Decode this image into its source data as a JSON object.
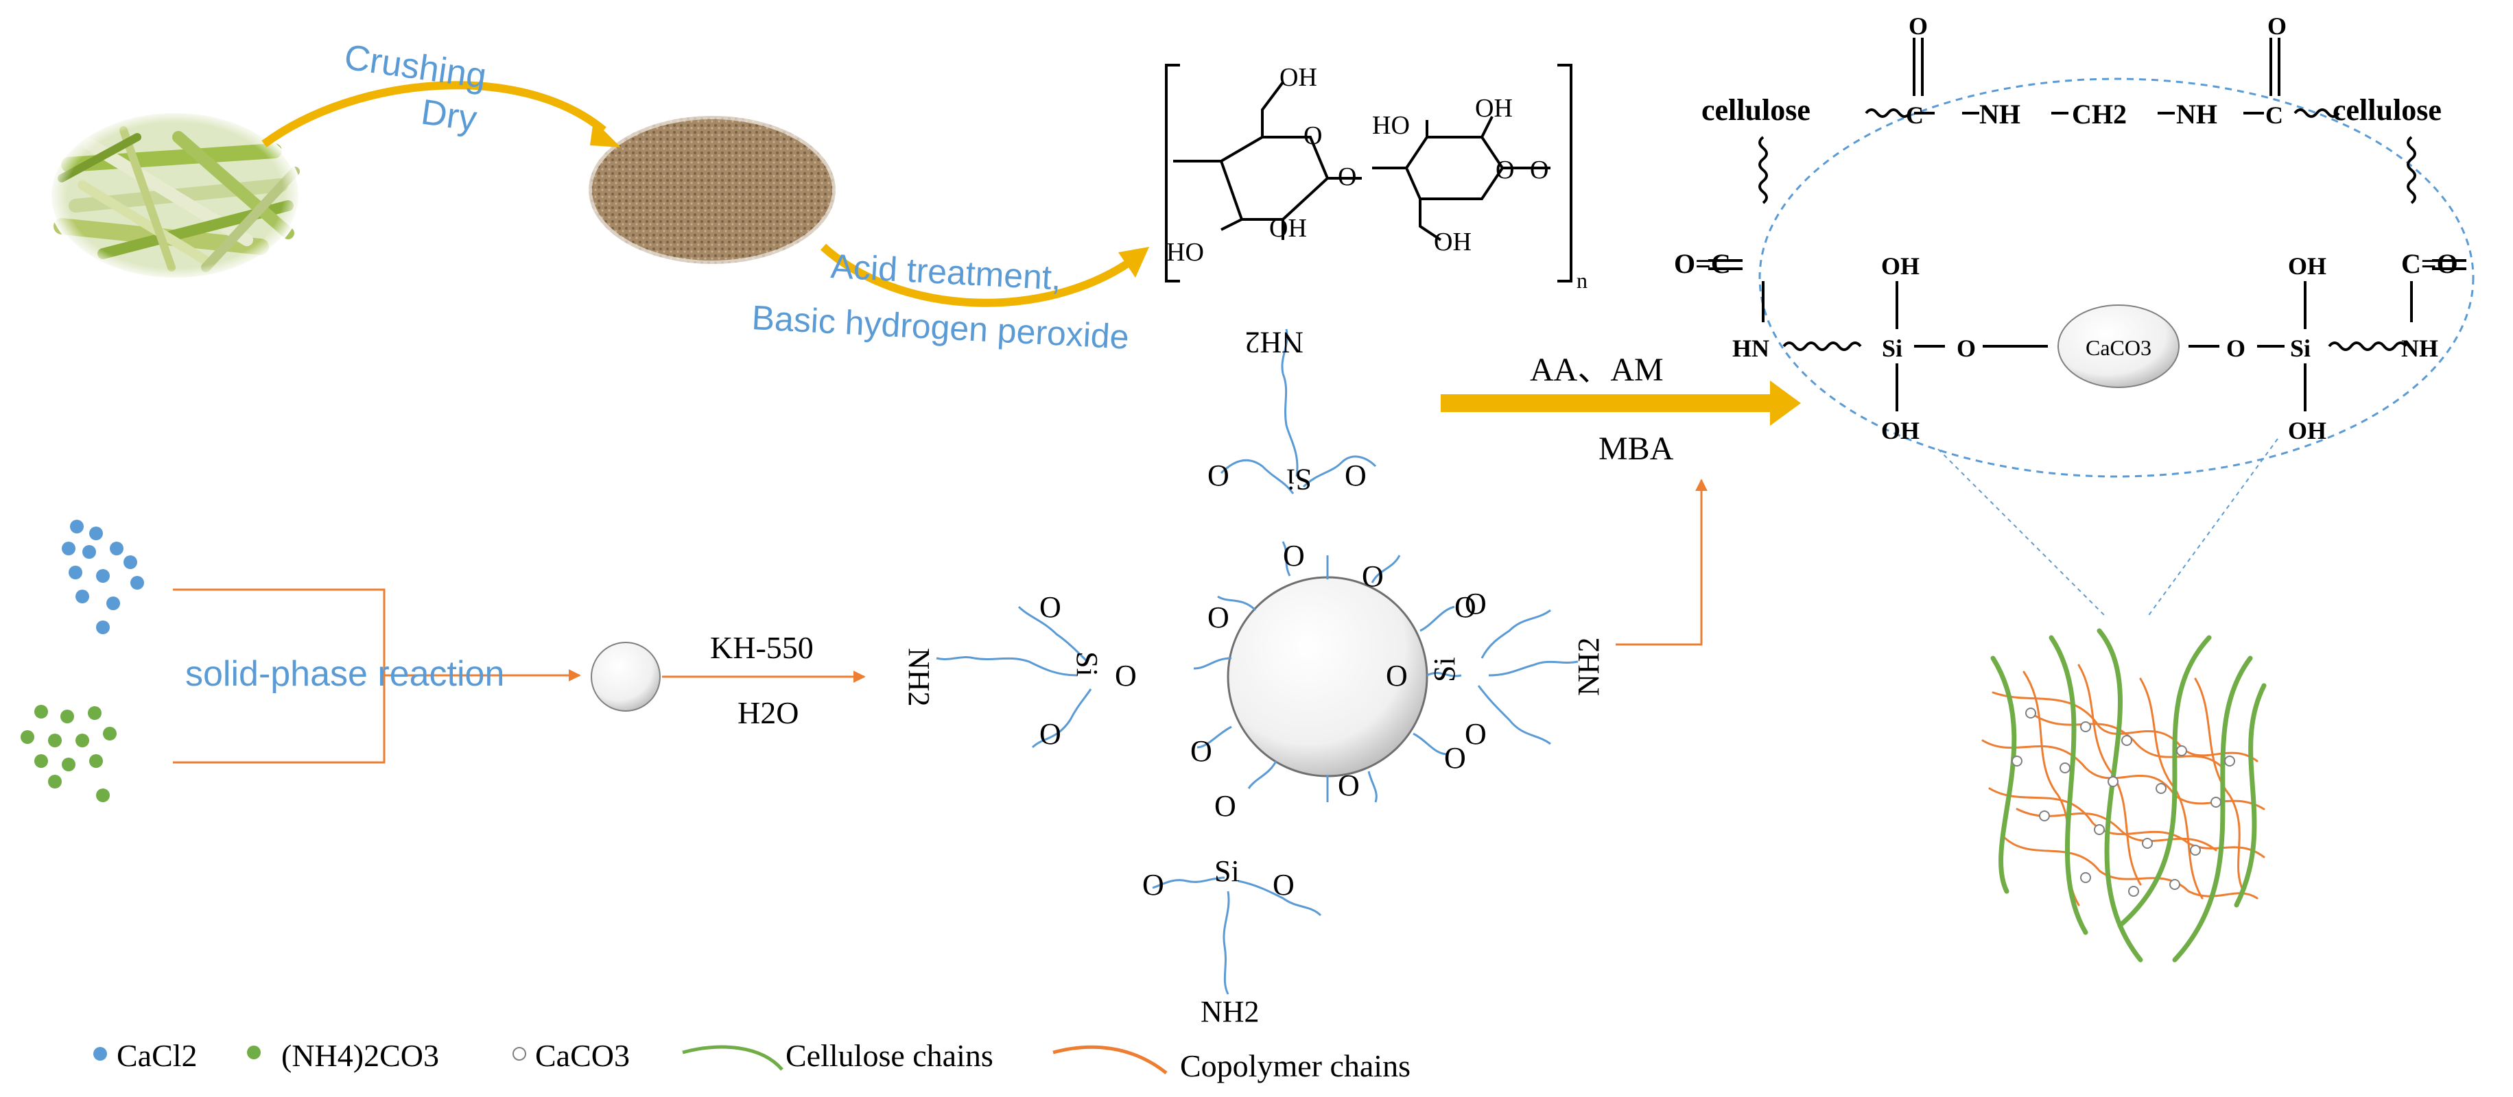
{
  "steps": {
    "crushing": "Crushing",
    "dry": "Dry",
    "acid_treatment": "Acid treatment,",
    "basic_peroxide": "Basic hydrogen peroxide",
    "solid_phase": "solid-phase reaction",
    "kh550": "KH-550",
    "water": "H2O",
    "aa_am": "AA、AM",
    "mba": "MBA"
  },
  "cellulose_structure": {
    "oh": "OH",
    "ho": "HO",
    "o": "O",
    "subscript_n": "n"
  },
  "modified_caco3": {
    "si": "Si",
    "o": "O",
    "nh2": "NH2"
  },
  "network_detail": {
    "cellulose": "cellulose",
    "nh": "NH",
    "hn": "HN",
    "ch2": "CH2",
    "c": "C",
    "o": "O",
    "c_eq_o_left": "O=C",
    "c_eq_o_right": "C=O",
    "si": "Si",
    "oh": "OH",
    "caco3": "CaCO3"
  },
  "legend": {
    "cacl2": "CaCl2",
    "nh4_2co3": "(NH4)2CO3",
    "caco3": "CaCO3",
    "cellulose_chains": "Cellulose chains",
    "copolymer_chains": "Copolymer chains"
  },
  "colors": {
    "cacl2_dot": "#5b9bd5",
    "nh4_dot": "#70ad47",
    "cellulose_chain": "#70ad47",
    "copolymer_chain": "#ed7d31",
    "gold_arrow": "#f0b400",
    "label_blue": "#5b9bd5",
    "silane_line": "#5b9bd5"
  }
}
